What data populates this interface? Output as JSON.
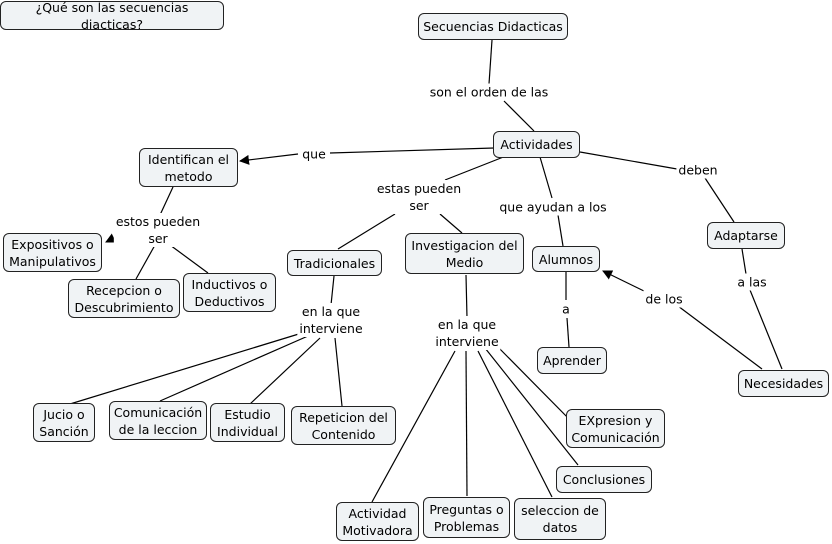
{
  "nodes": {
    "question": "¿Qué son las secuencias diacticas?",
    "secuencias": "Secuencias Didacticas",
    "actividades": "Actividades",
    "identifican": "Identifican el\nmetodo",
    "expositivos": "Expositivos o\nManipulativos",
    "recepcion": "Recepcion o\nDescubrimiento",
    "inductivos": "Inductivos o\nDeductivos",
    "tradicionales": "Tradicionales",
    "investigacion": "Investigacion del\nMedio",
    "alumnos": "Alumnos",
    "aprender": "Aprender",
    "adaptarse": "Adaptarse",
    "necesidades": "Necesidades",
    "jucio": "Jucio o\nSanción",
    "comunicacion": "Comunicación\nde la leccion",
    "estudio": "Estudio\nIndividual",
    "repeticion": "Repeticion del\nContenido",
    "expresion": "EXpresion y\nComunicación",
    "conclusiones": "Conclusiones",
    "actividad_motivadora": "Actividad\nMotivadora",
    "preguntas": "Preguntas o\nProblemas",
    "seleccion": "seleccion de\ndatos"
  },
  "links": {
    "son_el_orden": "son el orden de las",
    "que": "que",
    "estas_pueden_ser_1": "estas pueden\nser",
    "que_ayudan": "que ayudan a los",
    "deben": "deben",
    "estos_pueden_ser": "estos pueden\nser",
    "a": "a",
    "de_los": "de los",
    "a_las": "a las",
    "en_la_que_1": "en la que\ninterviene",
    "en_la_que_2": "en la que\ninterviene"
  },
  "colors": {
    "node_fill": "#f0f3f5",
    "node_border": "#222222",
    "line": "#000000"
  }
}
